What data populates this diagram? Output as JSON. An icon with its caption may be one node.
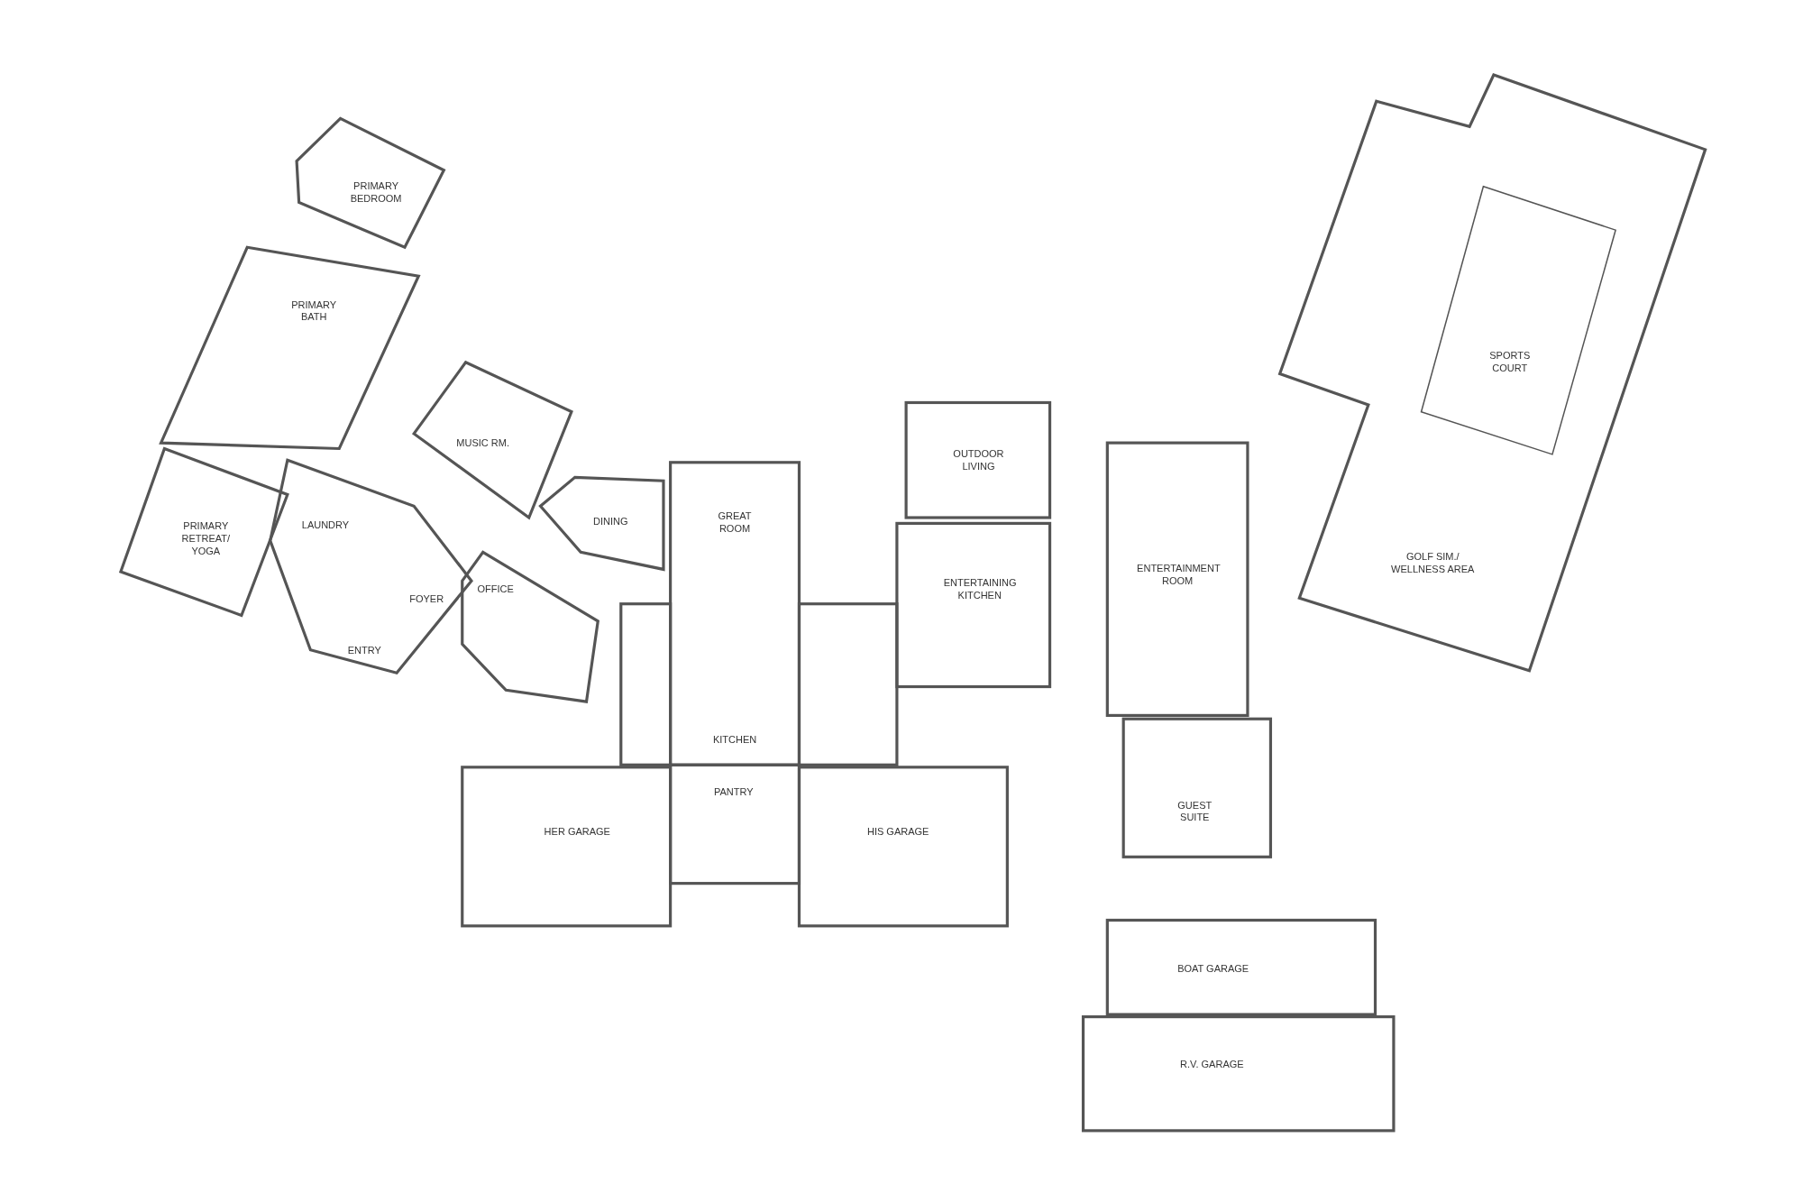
{
  "diagram": {
    "labels": [
      "PRIMARY BEDROOM",
      "PRIMARY BATH",
      "PRIMARY RETREAT/ YOGA",
      "LAUNDRY",
      "MUSIC RM.",
      "DINING",
      "GREAT ROOM",
      "OUTDOOR LIVING",
      "ENTERTAINING KITCHEN",
      "ENTERTAINMENT ROOM",
      "SPORTS COURT",
      "GOLF SIM./ WELLNESS AREA",
      "FOYER",
      "ENTRY",
      "OFFICE",
      "KITCHEN",
      "PANTRY",
      "HER GARAGE",
      "HIS GARAGE",
      "GUEST SUITE",
      "BOAT GARAGE",
      "R.V. GARAGE"
    ]
  }
}
